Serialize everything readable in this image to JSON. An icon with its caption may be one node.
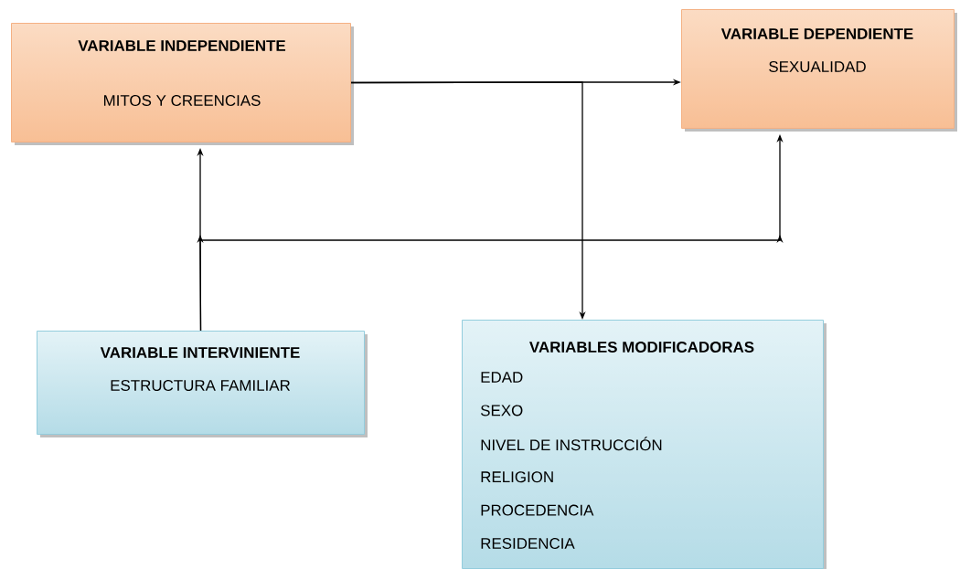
{
  "diagram": {
    "nodes": [
      {
        "text": [
          "VARIABLE INDEPENDIENTE",
          "MITOS Y CREENCIAS"
        ]
      },
      {
        "text": [
          "VARIABLE DEPENDIENTE",
          "SEXUALIDAD"
        ]
      },
      {
        "text": [
          "VARIABLE INTERVINIENTE",
          "ESTRUCTURA FAMILIAR"
        ]
      },
      {
        "text": [
          "VARIABLES MODIFICADORAS",
          "EDAD",
          "SEXO",
          "NIVEL DE INSTRUCCIÓN",
          "RELIGION",
          "PROCEDENCIA",
          "RESIDENCIA"
        ]
      }
    ],
    "edges": [
      {
        "from": 0,
        "to": 1,
        "arrow": "to"
      },
      {
        "from": 0,
        "to": 3,
        "arrow": "to"
      },
      {
        "from": 2,
        "to": 0,
        "arrow": "to"
      },
      {
        "from": 2,
        "to": 1,
        "arrow": "to"
      }
    ]
  }
}
